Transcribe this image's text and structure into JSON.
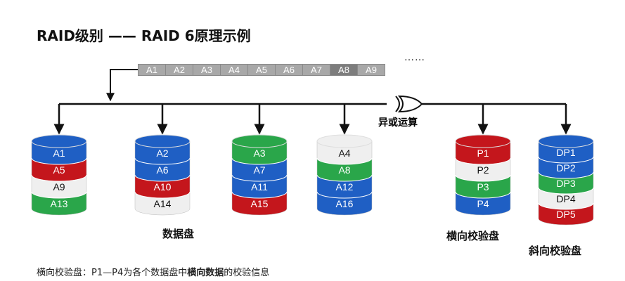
{
  "title": "RAID级别 —— RAID 6原理示例",
  "data_strip": {
    "blocks": [
      "A1",
      "A2",
      "A3",
      "A4",
      "A5",
      "A6",
      "A7",
      "A8",
      "A9"
    ],
    "highlighted": "A8",
    "ellipsis": "……"
  },
  "xor_label": "异或运算",
  "colors": {
    "blue": "#1f5fc4",
    "red": "#c4161c",
    "green": "#2aa64a",
    "white": "#efefef"
  },
  "disks": [
    {
      "id": "d1",
      "segments": [
        {
          "text": "A1",
          "color": "blue"
        },
        {
          "text": "A5",
          "color": "red"
        },
        {
          "text": "A9",
          "color": "white"
        },
        {
          "text": "A13",
          "color": "green"
        }
      ]
    },
    {
      "id": "d2",
      "segments": [
        {
          "text": "A2",
          "color": "blue"
        },
        {
          "text": "A6",
          "color": "blue"
        },
        {
          "text": "A10",
          "color": "red"
        },
        {
          "text": "A14",
          "color": "white"
        }
      ]
    },
    {
      "id": "d3",
      "segments": [
        {
          "text": "A3",
          "color": "green"
        },
        {
          "text": "A7",
          "color": "blue"
        },
        {
          "text": "A11",
          "color": "blue"
        },
        {
          "text": "A15",
          "color": "red"
        }
      ]
    },
    {
      "id": "d4",
      "segments": [
        {
          "text": "A4",
          "color": "white"
        },
        {
          "text": "A8",
          "color": "green"
        },
        {
          "text": "A12",
          "color": "blue"
        },
        {
          "text": "A16",
          "color": "blue"
        }
      ]
    },
    {
      "id": "p",
      "segments": [
        {
          "text": "P1",
          "color": "red"
        },
        {
          "text": "P2",
          "color": "white"
        },
        {
          "text": "P3",
          "color": "green"
        },
        {
          "text": "P4",
          "color": "blue"
        }
      ]
    },
    {
      "id": "dp",
      "segments": [
        {
          "text": "DP1",
          "color": "blue"
        },
        {
          "text": "DP2",
          "color": "blue"
        },
        {
          "text": "DP3",
          "color": "green"
        },
        {
          "text": "DP4",
          "color": "white"
        },
        {
          "text": "DP5",
          "color": "red"
        }
      ]
    }
  ],
  "labels": {
    "data_disks": "数据盘",
    "horizontal_parity": "横向校验盘",
    "diagonal_parity": "斜向校验盘"
  },
  "footnote": {
    "prefix": "横向校验盘：P1—P4为各个数据盘中",
    "bold": "横向数据",
    "suffix": "的校验信息"
  }
}
